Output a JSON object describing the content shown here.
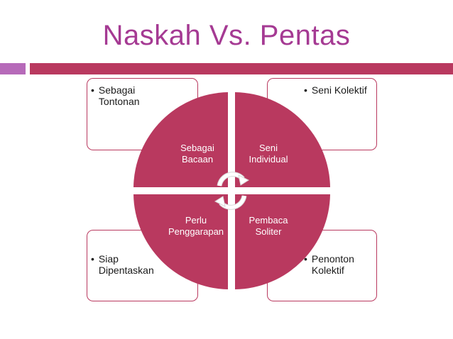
{
  "title": "Naskah Vs. Pentas",
  "colors": {
    "title": "#a53a93",
    "accent_bar": "#b9395f",
    "accent_small": "#b66ab9",
    "quadrant_fill": "#b9395f",
    "box_border": "#b9395f"
  },
  "boxes": {
    "top_left": {
      "bullet": "•",
      "text": "Sebagai\nTontonan"
    },
    "top_right": {
      "bullet": "•",
      "text": "Seni Kolektif"
    },
    "bottom_left": {
      "bullet": "•",
      "text": "Siap\nDipentaskan"
    },
    "bottom_right": {
      "bullet": "•",
      "text": "Penonton\nKolektif"
    }
  },
  "quadrants": {
    "top_left": "Sebagai\nBacaan",
    "top_right": "Seni\nIndividual",
    "bottom_left": "Perlu\nPenggarapan",
    "bottom_right": "Pembaca\nSoliter"
  },
  "center_icon": "circular-arrows-icon"
}
